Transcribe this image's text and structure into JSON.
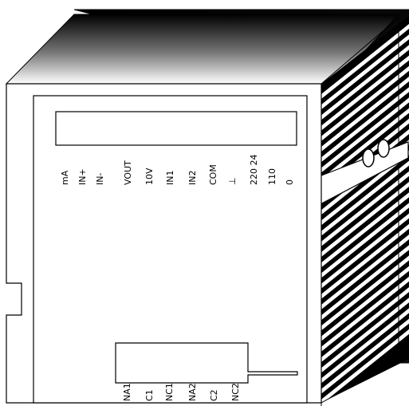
{
  "top_terminals": [
    {
      "id": "mA",
      "label": "mA"
    },
    {
      "id": "in-plus",
      "label": "IN+"
    },
    {
      "id": "in-minus",
      "label": "IN-"
    },
    {
      "id": "vout",
      "label": "VOUT"
    },
    {
      "id": "10v",
      "label": "10V"
    },
    {
      "id": "in1",
      "label": "IN1"
    },
    {
      "id": "in2",
      "label": "IN2"
    },
    {
      "id": "com",
      "label": "COM"
    },
    {
      "id": "ground",
      "label": "⊥"
    },
    {
      "id": "supply-1",
      "label": "220 24"
    },
    {
      "id": "supply-2",
      "label": "110"
    },
    {
      "id": "supply-3",
      "label": "0"
    }
  ],
  "bottom_terminals": [
    {
      "id": "na1",
      "label": "NA1"
    },
    {
      "id": "c1",
      "label": "C1"
    },
    {
      "id": "nc1",
      "label": "NC1"
    },
    {
      "id": "na2",
      "label": "NA2"
    },
    {
      "id": "c2",
      "label": "C2"
    },
    {
      "id": "nc2",
      "label": "NC2"
    }
  ],
  "colors": {
    "outline": "#000000",
    "face": "#ffffff",
    "shadow_dark": "#000000",
    "shadow_light": "#ffffff"
  }
}
